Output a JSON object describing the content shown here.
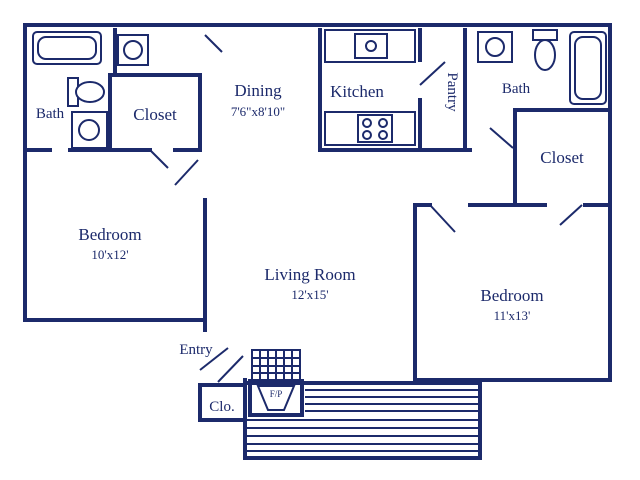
{
  "colors": {
    "ink": "#1c2a6b",
    "paper": "#ffffff"
  },
  "rooms": {
    "dining": {
      "name": "Dining",
      "dims": "7'6\"x8'10\""
    },
    "kitchen": {
      "name": "Kitchen"
    },
    "pantry": {
      "name": "Pantry"
    },
    "bath_left": {
      "name": "Bath"
    },
    "closet_left": {
      "name": "Closet"
    },
    "bath_right": {
      "name": "Bath"
    },
    "closet_right": {
      "name": "Closet"
    },
    "bedroom_left": {
      "name": "Bedroom",
      "dims": "10'x12'"
    },
    "living": {
      "name": "Living Room",
      "dims": "12'x15'"
    },
    "bedroom_right": {
      "name": "Bedroom",
      "dims": "11'x13'"
    },
    "entry": {
      "name": "Entry"
    },
    "closet_entry": {
      "name": "Clo."
    },
    "fireplace": {
      "name": "F/P"
    }
  }
}
